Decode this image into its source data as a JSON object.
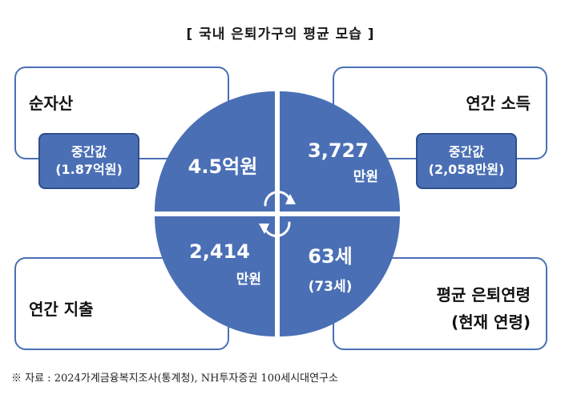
{
  "title": "[ 국내 은퇴가구의 평균 모습 ]",
  "colors": {
    "accent": "#4a6fb5",
    "accent_dark": "#2e4f8f",
    "text": "#111111"
  },
  "icons": {
    "center": "rotate-arrows-icon"
  },
  "quadrants": {
    "top_left": {
      "label": "순자산",
      "value": "4.5억원",
      "median": {
        "title": "중간값",
        "value": "(1.87억원)"
      }
    },
    "top_right": {
      "label": "연간 소득",
      "value_line1": "3,727",
      "value_line2": "만원",
      "median": {
        "title": "중간값",
        "value": "(2,058만원)"
      }
    },
    "bottom_left": {
      "label": "연간 지출",
      "value_line1": "2,414",
      "value_line2": "만원"
    },
    "bottom_right": {
      "label": "평균 은퇴연령",
      "sub_label": "(현재 연령)",
      "value_line1": "63세",
      "value_line2": "(73세)"
    }
  },
  "footer": "※ 자료 : 2024가계금융복지조사(통계청), NH투자증권 100세시대연구소"
}
